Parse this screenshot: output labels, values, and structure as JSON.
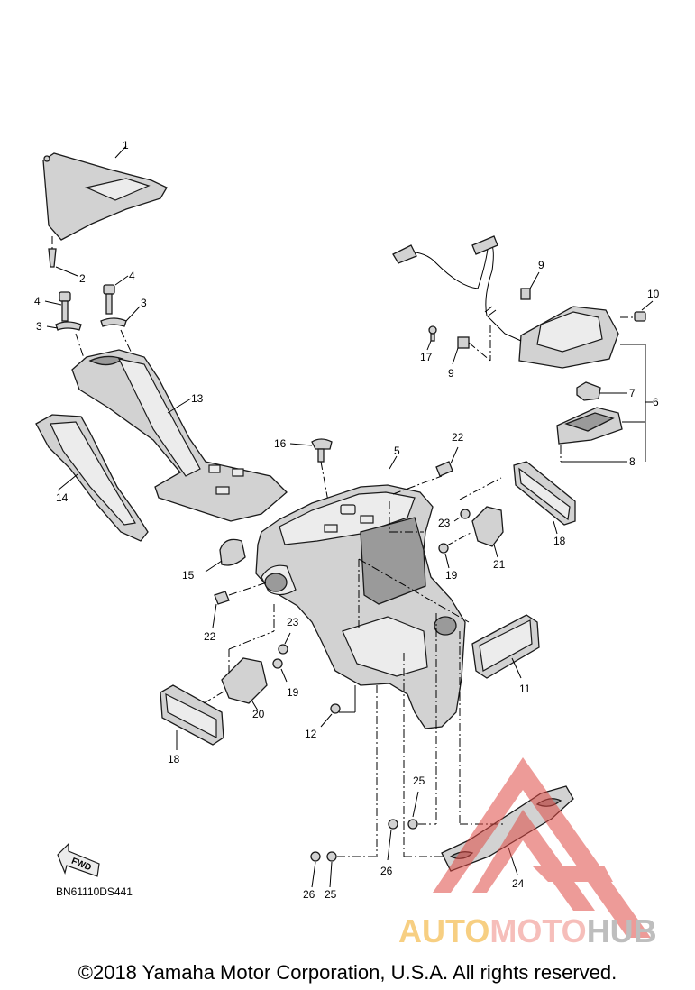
{
  "diagram_code": "BN61110DS441",
  "copyright": "©2018 Yamaha Motor Corporation, U.S.A. All rights reserved.",
  "fwd_label": "FWD",
  "watermark": {
    "text_auto": "AUTO",
    "text_moto": "MOTO",
    "text_hub": "HUB",
    "colors": {
      "auto": "#f2a81d",
      "moto": "#ef8a82",
      "hub": "#8a8a8a",
      "triangle": "#e04a44"
    }
  },
  "callouts": {
    "c1": "1",
    "c2": "2",
    "c3a": "3",
    "c3b": "3",
    "c4a": "4",
    "c4b": "4",
    "c5": "5",
    "c6": "6",
    "c7": "7",
    "c8": "8",
    "c9a": "9",
    "c9b": "9",
    "c10": "10",
    "c11": "11",
    "c12": "12",
    "c13": "13",
    "c14": "14",
    "c15": "15",
    "c16": "16",
    "c17": "17",
    "c18a": "18",
    "c18b": "18",
    "c19a": "19",
    "c19b": "19",
    "c20": "20",
    "c21": "21",
    "c22a": "22",
    "c22b": "22",
    "c23a": "23",
    "c23b": "23",
    "c24": "24",
    "c25a": "25",
    "c25b": "25",
    "c26a": "26",
    "c26b": "26"
  }
}
